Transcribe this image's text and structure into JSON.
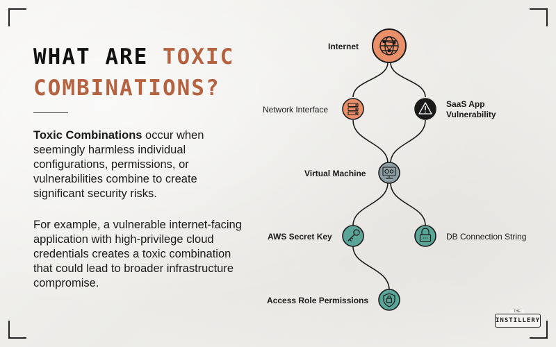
{
  "title": {
    "line1_plain": "WHAT ARE ",
    "line1_accent": "TOXIC",
    "line2_accent": "COMBINATIONS?"
  },
  "intro": {
    "bold": "Toxic Combinations",
    "rest": " occur when seemingly harmless individual configurations, permissions, or vulnerabilities combine to create significant security risks."
  },
  "example": "For example, a vulnerable internet-facing application with high-privilege cloud credentials creates a toxic combination that could lead to broader infrastructure compromise.",
  "nodes": {
    "internet": {
      "label": "Internet",
      "icon": "globe-network-icon"
    },
    "network_interface": {
      "label": "Network Interface",
      "icon": "server-stack-icon"
    },
    "saas_vuln": {
      "label_line1": "SaaS App",
      "label_line2": "Vulnerability",
      "icon": "warning-triangle-icon"
    },
    "virtual_machine": {
      "label": "Virtual Machine",
      "icon": "monitor-gears-icon"
    },
    "aws_secret_key": {
      "label": "AWS Secret Key",
      "icon": "key-icon"
    },
    "db_connection": {
      "label": "DB Connection String",
      "icon": "padlock-icon"
    },
    "access_role": {
      "label": "Access Role Permissions",
      "icon": "shield-badge-icon"
    }
  },
  "colors": {
    "accent": "#b4623f",
    "orange_node": "#e9906a",
    "dark_node": "#1a1a1a",
    "slate_node": "#8e9ea5",
    "teal_node": "#5aa597"
  },
  "logo": {
    "top_text": "THE",
    "name": "INSTILLERY"
  }
}
